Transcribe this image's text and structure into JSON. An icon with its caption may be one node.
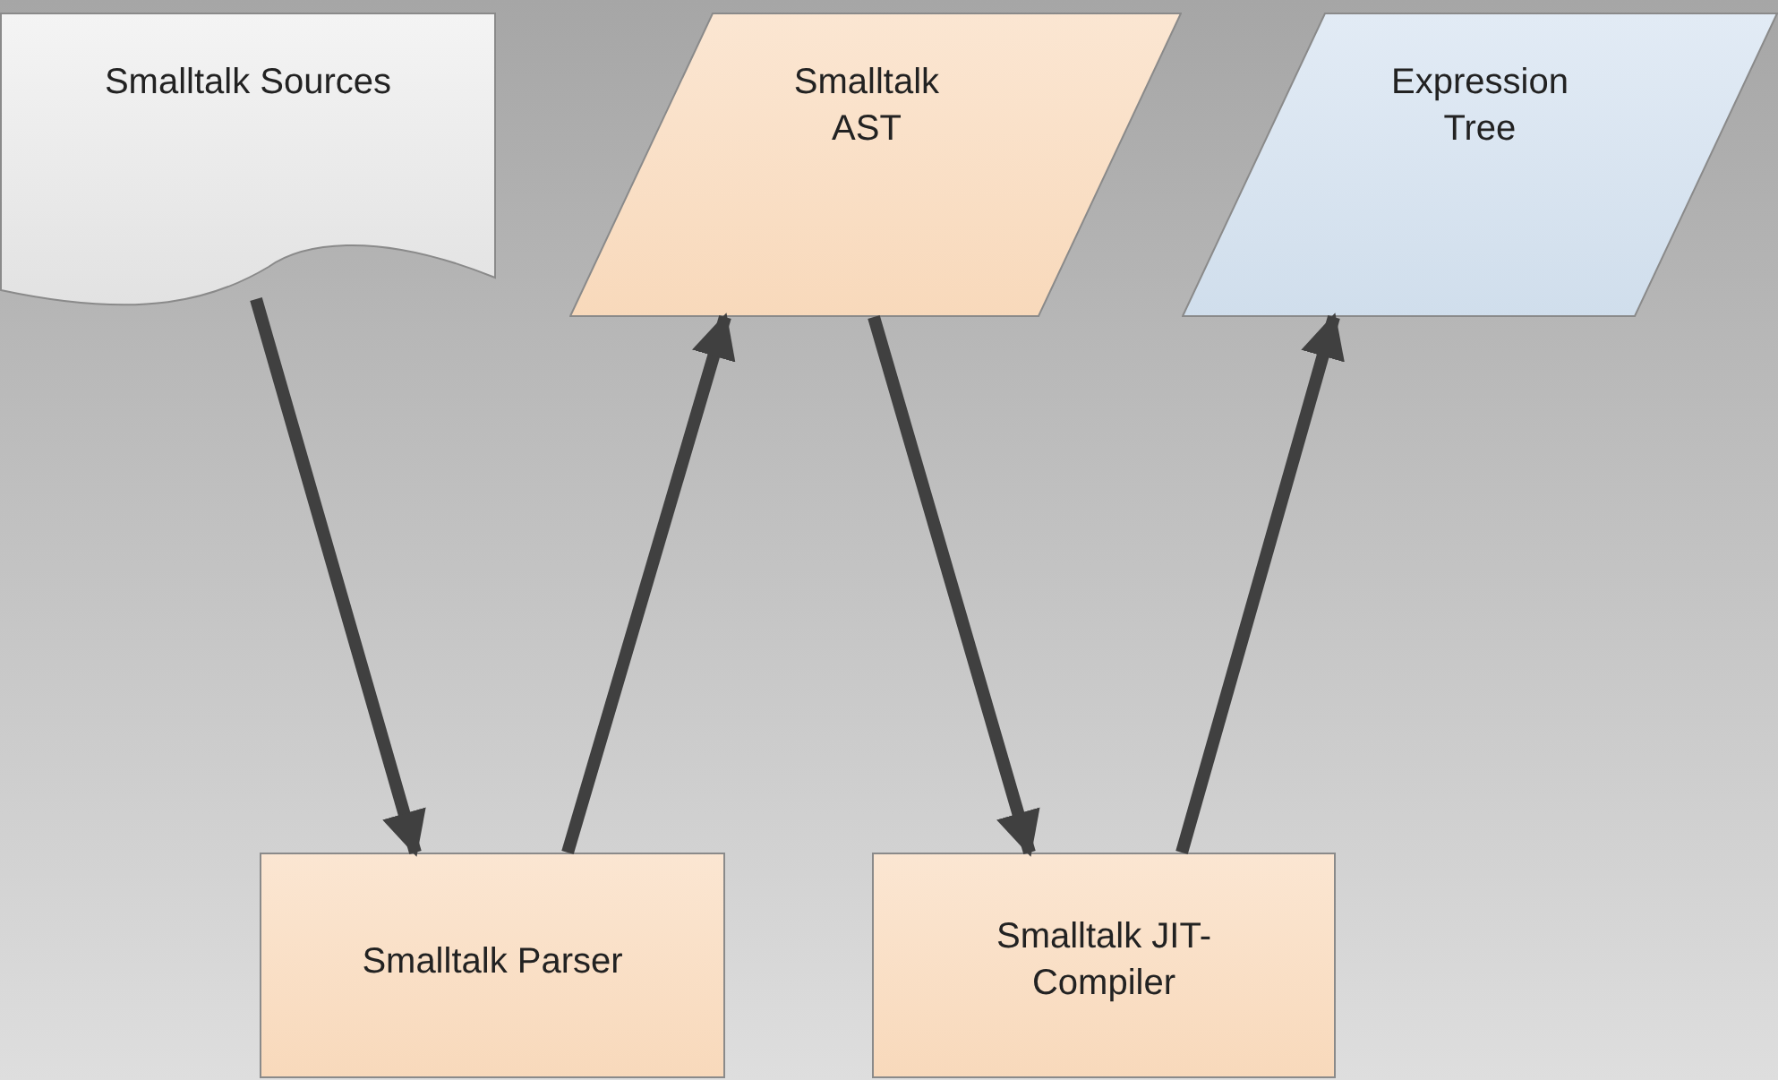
{
  "diagram": {
    "nodes": [
      {
        "text": [
          "Smalltalk Sources"
        ]
      },
      {
        "text": [
          "Smalltalk AST"
        ]
      },
      {
        "text": [
          "Expression Tree"
        ]
      },
      {
        "text": [
          "Smalltalk Parser"
        ]
      },
      {
        "text": [
          "Smalltalk JIT-Compiler"
        ]
      }
    ],
    "edges": [
      {
        "from": 0,
        "to": 3,
        "arrow": "to"
      },
      {
        "from": 3,
        "to": 1,
        "arrow": "to"
      },
      {
        "from": 1,
        "to": 4,
        "arrow": "to"
      },
      {
        "from": 4,
        "to": 2,
        "arrow": "to"
      }
    ]
  }
}
